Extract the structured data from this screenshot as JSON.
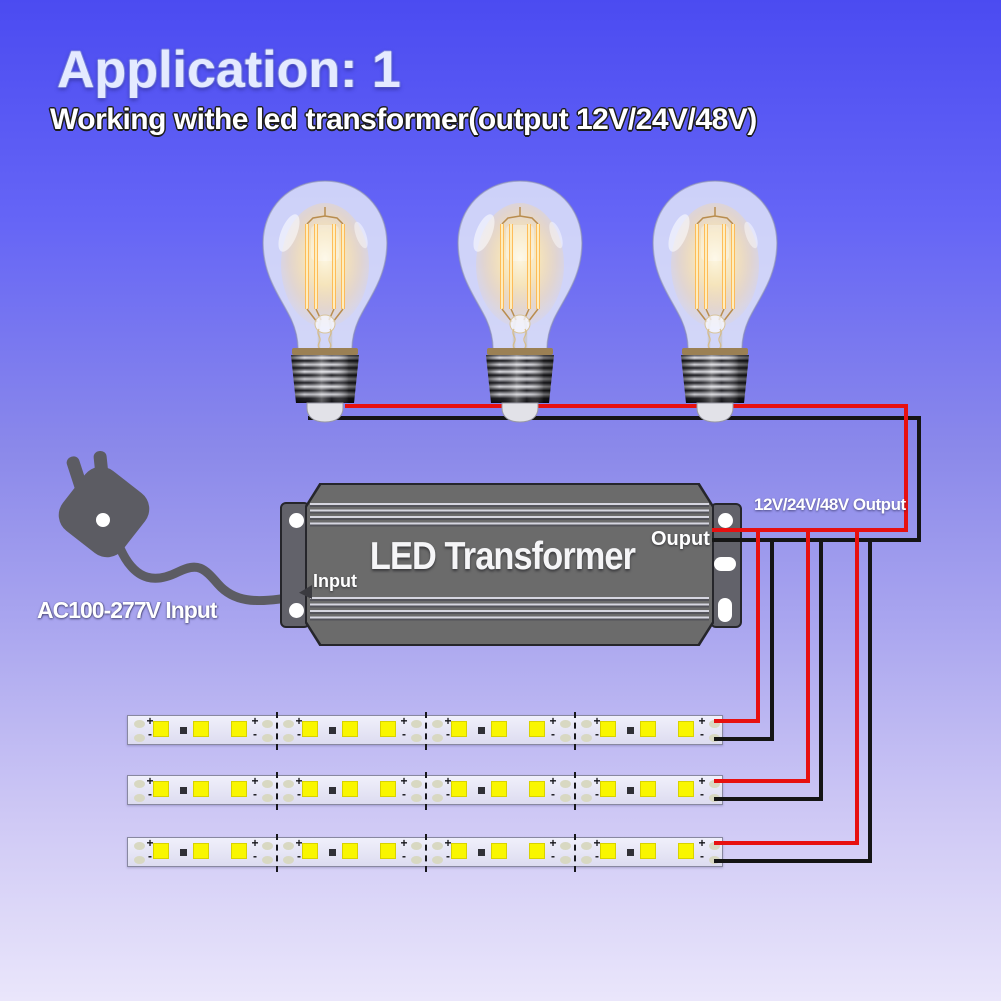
{
  "header": {
    "title": "Application: 1",
    "subtitle": "Working withe led transformer(output 12V/24V/48V)"
  },
  "transformer": {
    "name": "LED Transformer",
    "input_label": "Input",
    "output_label": "Ouput"
  },
  "annotations": {
    "ac_input": "AC100-277V Input",
    "dc_output": "12V/24V/48V Output"
  },
  "bulbs": {
    "count": 3,
    "type": "filament-bulb"
  },
  "led_strips": {
    "count": 3,
    "segments_per_strip": 4,
    "leds_per_segment": 3,
    "positive_label": "+",
    "negative_label": "-"
  },
  "colors": {
    "positive_wire": "#e71010",
    "negative_wire": "#151515",
    "led_chip": "#f9f600",
    "transformer_body": "#6b6b6b",
    "background_top": "#4b4bf1",
    "background_bottom": "#eae6fb"
  }
}
